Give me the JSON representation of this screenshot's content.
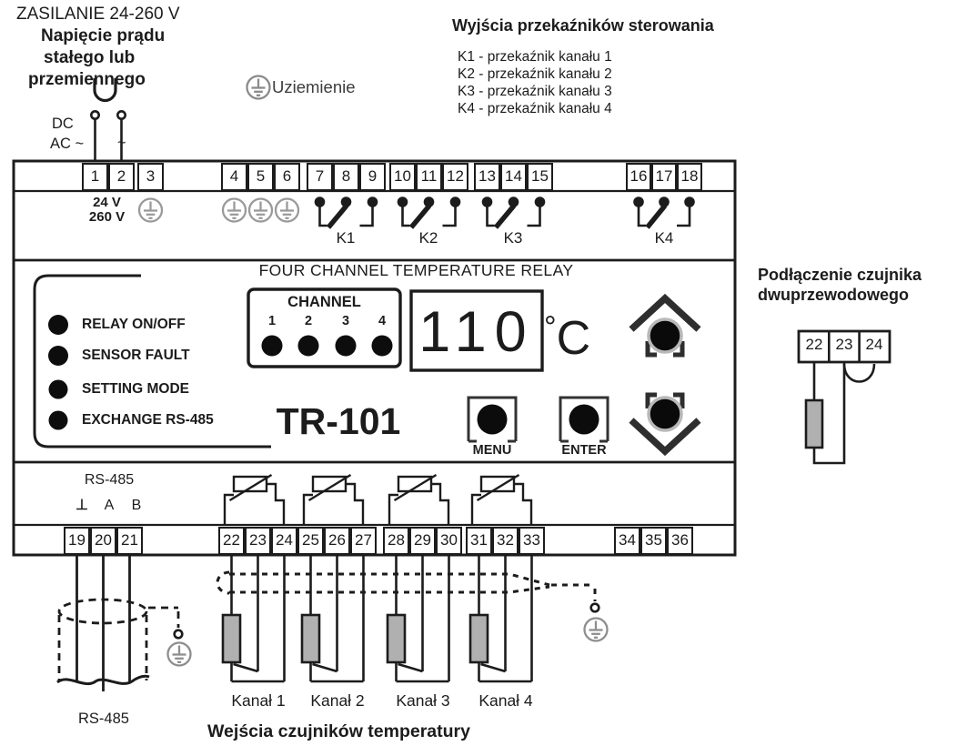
{
  "colors": {
    "ink": "#1c1c1c",
    "gray": "#8e8e8e",
    "sensor_fill": "#b0b0b0"
  },
  "power": {
    "title": "ZASILANIE 24-260 V",
    "lines": [
      "Napięcie prądu",
      "stałego lub",
      "przemiennego"
    ],
    "dc": "DC",
    "ac": "AC ~",
    "tilde": "~"
  },
  "grounding": {
    "label": "Uziemienie"
  },
  "legend": {
    "title": "Wyjścia przekaźników sterowania",
    "items": [
      "K1 - przekaźnik kanału 1",
      "K2 - przekaźnik kanału 2",
      "K3 - przekaźnik kanału 3",
      "K4 - przekaźnik kanału 4"
    ]
  },
  "device": {
    "top_terminals": [
      "1",
      "2",
      "3",
      "4",
      "5",
      "6",
      "7",
      "8",
      "9",
      "10",
      "11",
      "12",
      "13",
      "14",
      "15",
      "16",
      "17",
      "18"
    ],
    "bottom_terminals": [
      "19",
      "20",
      "21",
      "22",
      "23",
      "24",
      "25",
      "26",
      "27",
      "28",
      "29",
      "30",
      "31",
      "32",
      "33",
      "34",
      "35",
      "36"
    ],
    "voltage": [
      "24 V",
      "260 V"
    ],
    "relays": [
      "K1",
      "K2",
      "K3",
      "K4"
    ],
    "rs485": {
      "label": "RS-485",
      "pins": [
        "⊥",
        "A",
        "B"
      ]
    },
    "panel": {
      "title": "FOUR CHANNEL TEMPERATURE RELAY",
      "leds": [
        "RELAY ON/OFF",
        "SENSOR FAULT",
        "SETTING MODE",
        "EXCHANGE RS-485"
      ],
      "channel": {
        "title": "CHANNEL",
        "numbers": [
          "1",
          "2",
          "3",
          "4"
        ]
      },
      "display": {
        "value": "110",
        "degree": "°",
        "unit": "C"
      },
      "model": "TR-101",
      "menu": "MENU",
      "enter": "ENTER"
    }
  },
  "two_wire": {
    "title": [
      "Podłączenie czujnika",
      "dwuprzewodowego"
    ],
    "terminals": [
      "22",
      "23",
      "24"
    ]
  },
  "bottom": {
    "cable": "RS-485",
    "channels": [
      "Kanał 1",
      "Kanał 2",
      "Kanał 3",
      "Kanał 4"
    ],
    "caption": "Wejścia czujników temperatury"
  }
}
